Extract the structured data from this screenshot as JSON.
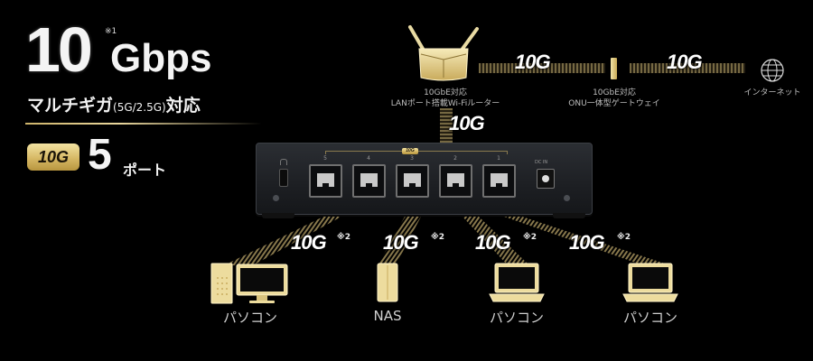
{
  "headline": {
    "speed_number": "10",
    "speed_note": "※1",
    "speed_unit": "Gbps",
    "subtitle_pre": "マルチギガ",
    "subtitle_small": "(5G/2.5G)",
    "subtitle_post": "対応"
  },
  "ports": {
    "tag": "10G",
    "count": "5",
    "label": "ポート"
  },
  "network": {
    "router_label_line1": "10GbE対応",
    "router_label_line2": "LANポート搭載Wi-Fiルーター",
    "onu_label_line1": "10GbE対応",
    "onu_label_line2": "ONU一体型ゲートウェイ",
    "internet_label": "インターネット",
    "link_router_onu": "10G",
    "link_onu_internet": "10G",
    "link_router_switch": "10G"
  },
  "switch": {
    "group_badge": "10G",
    "port_numbers": [
      "5",
      "4",
      "3",
      "2",
      "1"
    ],
    "dc_label": "DC IN"
  },
  "devices": [
    {
      "label": "パソコン",
      "speed": "10G",
      "note": "※2"
    },
    {
      "label": "NAS",
      "speed": "10G",
      "note": "※2"
    },
    {
      "label": "パソコン",
      "speed": "10G",
      "note": "※2"
    },
    {
      "label": "パソコン",
      "speed": "10G",
      "note": "※2"
    }
  ],
  "colors": {
    "background": "#000000",
    "gold_light": "#f3e3a2",
    "gold_dark": "#b8963f",
    "device_fill": "#e8d79a"
  }
}
